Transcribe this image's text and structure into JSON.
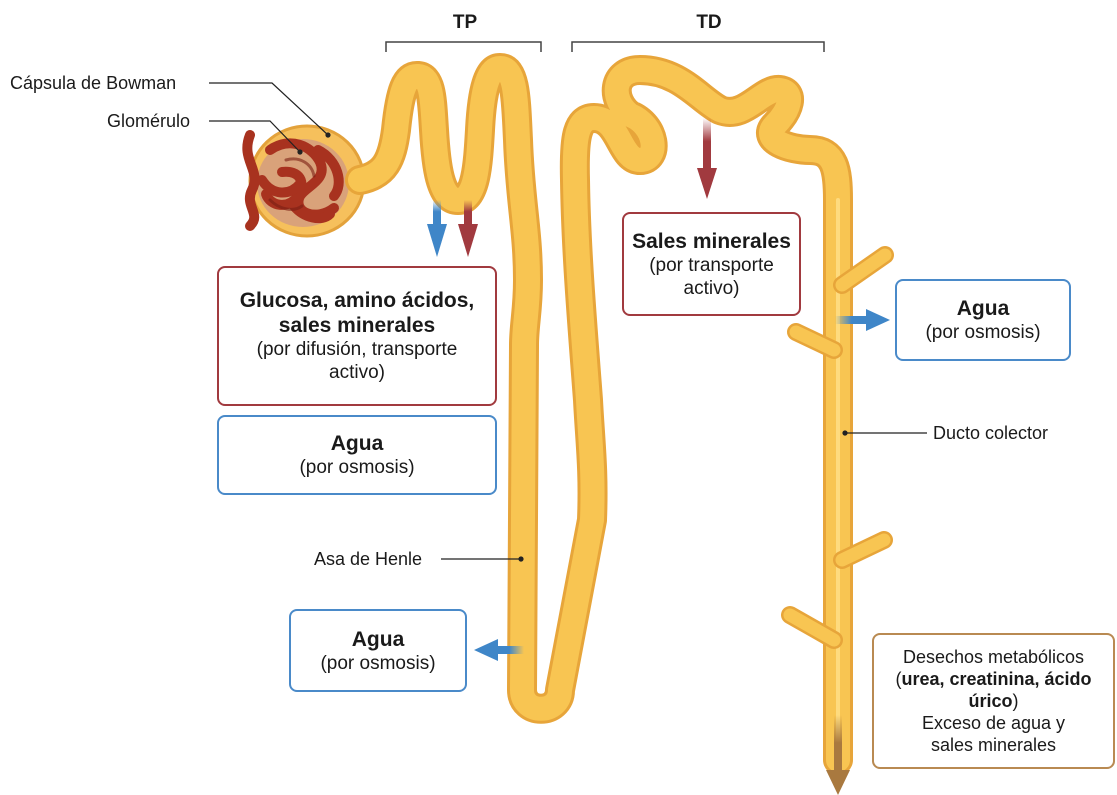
{
  "header": {
    "tp": "TP",
    "td": "TD"
  },
  "labels": {
    "capsula": "Cápsula de Bowman",
    "glomerulo": "Glomérulo",
    "asa": "Asa de Henle",
    "ducto": "Ducto colector"
  },
  "boxes": {
    "tp_reabsorcion": {
      "bold_line1": "Glucosa, amino ácidos,",
      "bold_line2": "sales minerales",
      "line3": "(por difusión,  transporte",
      "line4": "activo)"
    },
    "tp_agua": {
      "bold": "Agua",
      "line2": "(por osmosis)"
    },
    "henle_agua": {
      "bold": "Agua",
      "line2": "(por osmosis)"
    },
    "td_sales": {
      "bold": "Sales minerales",
      "line2": "(por  transporte",
      "line3": "activo)"
    },
    "ducto_agua": {
      "bold": "Agua",
      "line2": "(por osmosis)"
    },
    "desechos": {
      "line1": "Desechos metabólicos",
      "paren_open": "(",
      "bold_items": "urea, creatinina,  ácido",
      "bold_line2": "úrico",
      "paren_close": ")",
      "line3": "Exceso de agua y",
      "line4": "sales minerales"
    }
  },
  "colors": {
    "tubule_fill": "#f7c14f",
    "tubule_stroke": "#e9a93b",
    "glomerulus": "#a8321f",
    "capsule": "#d8a47a",
    "arrow_blue": "#3f86c8",
    "arrow_red": "#a13a3f",
    "arrow_brown": "#a9793f"
  }
}
